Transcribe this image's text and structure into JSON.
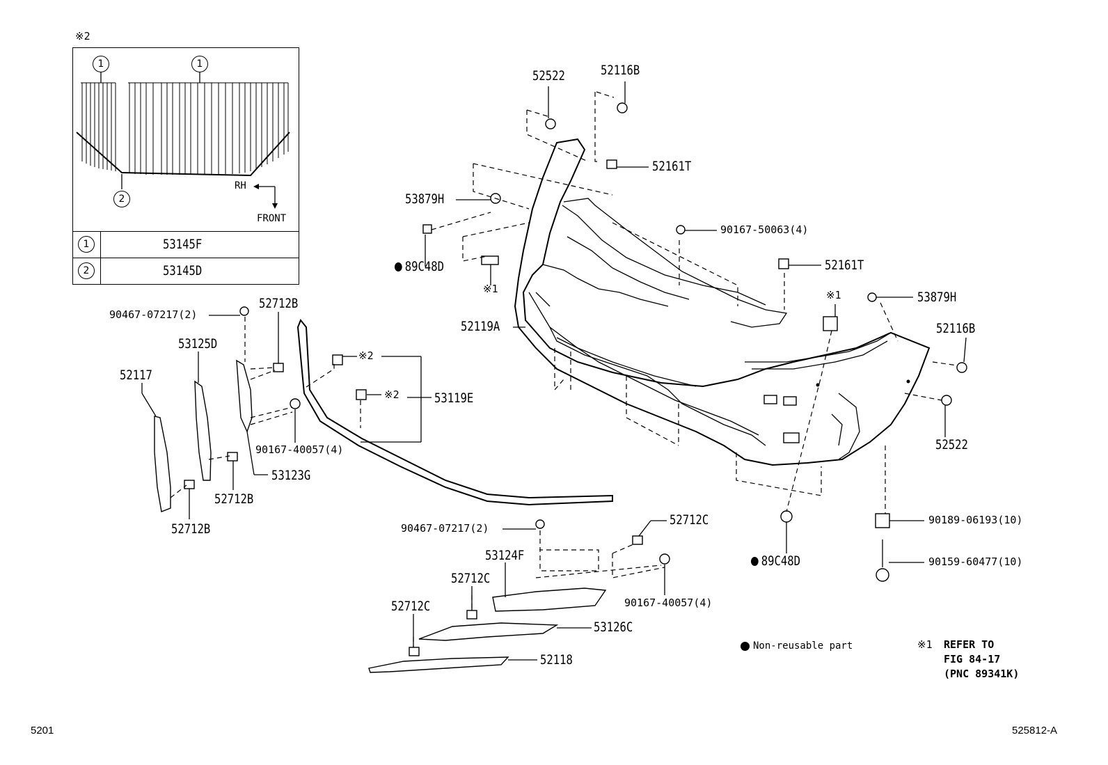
{
  "inset": {
    "title_mark": "※2",
    "callout_1": "1",
    "callout_2": "2",
    "rh": "RH",
    "front": "FRONT",
    "rows": [
      {
        "ref": "1",
        "part": "53145F"
      },
      {
        "ref": "2",
        "part": "53145D"
      }
    ]
  },
  "labels": {
    "p52522_top": "52522",
    "p52116B_top": "52116B",
    "p52161T_top": "52161T",
    "p53879H_left": "53879H",
    "p90167_50063": "90167-50063(4)",
    "p89C48D_left": "89C48D",
    "ref1_left": "※1",
    "p52161T_right": "52161T",
    "ref1_right": "※1",
    "p53879H_right": "53879H",
    "p52119A": "52119A",
    "p52116B_right": "52116B",
    "p52522_right": "52522",
    "p90467_07217_a": "90467-07217(2)",
    "p52712B_top": "52712B",
    "p53125D": "53125D",
    "p52117": "52117",
    "ref2_a": "※2",
    "ref2_b": "※2",
    "p53119E": "53119E",
    "p90167_40057_a": "90167-40057(4)",
    "p53123G": "53123G",
    "p52712B_mid": "52712B",
    "p52712B_bot": "52712B",
    "p90467_07217_b": "90467-07217(2)",
    "p52712C_right": "52712C",
    "p53124F": "53124F",
    "p52712C_mid": "52712C",
    "p52712C_left": "52712C",
    "p90167_40057_b": "90167-40057(4)",
    "p53126C": "53126C",
    "p52118": "52118",
    "p89C48D_bottom": "89C48D",
    "p90189_06193": "90189-06193(10)",
    "p90159_60477": "90159-60477(10)"
  },
  "notes": {
    "non_reusable": "Non-reusable part",
    "ref1_mark": "※1",
    "ref1_line1": "REFER TO",
    "ref1_line2": "FIG 84-17",
    "ref1_line3": "(PNC 89341K)"
  },
  "footer": {
    "page": "5201",
    "illustration_id": "525812-A"
  }
}
